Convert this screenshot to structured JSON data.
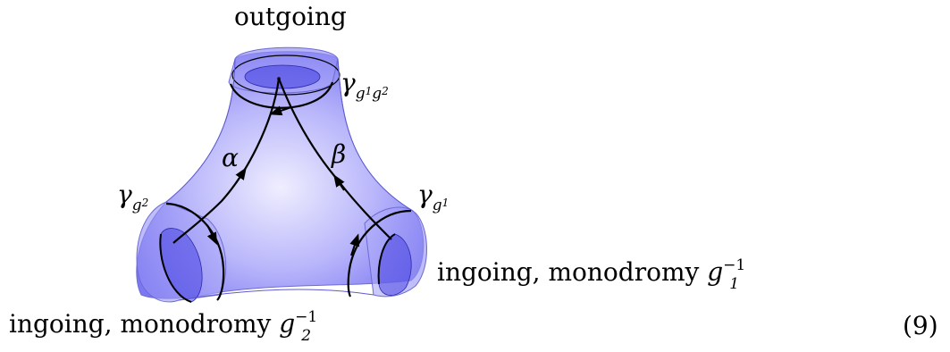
{
  "diagram": {
    "labels": {
      "outgoing": "outgoing",
      "ingoing_1": {
        "prefix": "ingoing, monodromy ",
        "var": "g",
        "sub": "1",
        "sup": "−1"
      },
      "ingoing_2": {
        "prefix": "ingoing, monodromy ",
        "var": "g",
        "sub": "2",
        "sup": "−1"
      },
      "gamma_top": {
        "symbol": "γ",
        "sub_a": "g",
        "sub_a_sub": "1",
        "sub_b": "g",
        "sub_b_sub": "2"
      },
      "gamma_left": {
        "symbol": "γ",
        "sub": "g",
        "sub_sub": "2"
      },
      "gamma_right": {
        "symbol": "γ",
        "sub": "g",
        "sub_sub": "1"
      },
      "alpha": "α",
      "beta": "β"
    },
    "equation_number": "(9)",
    "colors": {
      "surface_center": "#ecebff",
      "surface_edge": "#7b78f0",
      "outline": "#000000",
      "loop_line": "#000000"
    }
  }
}
